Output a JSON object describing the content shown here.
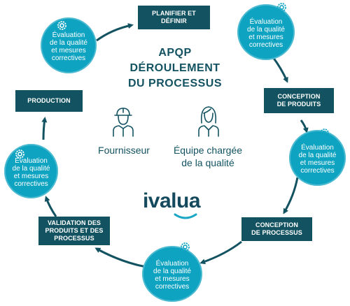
{
  "title": "APQP\nDÉROULEMENT\nDU PROCESSUS",
  "phases": [
    {
      "label": "PLANIFIER ET\nDÉFINIR"
    },
    {
      "label": "CONCEPTION\nDE PRODUITS"
    },
    {
      "label": "CONCEPTION\nDE PROCESSUS"
    },
    {
      "label": "VALIDATION DES\nPRODUITS ET DES\nPROCESSUS"
    },
    {
      "label": "PRODUCTION"
    }
  ],
  "evaluation_label": "Évaluation\nde la qualité\net mesures\ncorrectives",
  "roles": {
    "supplier": "Fournisseur",
    "quality_team": "Équipe chargée\nde la qualité"
  },
  "logo": "ivalua",
  "colors": {
    "phase_box": "#135361",
    "evaluation_circle": "#0fa3c2",
    "arrow": "#135361",
    "logo_accent": "#1aa6c4"
  },
  "icons": [
    "gear-icon",
    "worker-hardhat-icon",
    "woman-icon",
    "arrow-icon"
  ]
}
